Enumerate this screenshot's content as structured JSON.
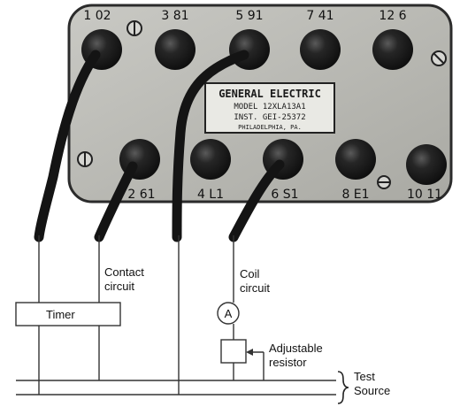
{
  "plate": {
    "brand": "GENERAL ELECTRIC",
    "model": "MODEL 12XLA13A1",
    "inst": "INST. GEI-25372",
    "location": "PHILADELPHIA, PA."
  },
  "terminals": {
    "top": [
      "1 02",
      "3 81",
      "5 91",
      "7 41",
      "12 6"
    ],
    "bottom": [
      "2 61",
      "4 L1",
      "6 S1",
      "8 E1",
      "10 11"
    ]
  },
  "labels": {
    "timer": "Timer",
    "contact_line1": "Contact",
    "contact_line2": "circuit",
    "coil_line1": "Coil",
    "coil_line2": "circuit",
    "ammeter": "A",
    "resistor_line1": "Adjustable",
    "resistor_line2": "resistor",
    "test_line1": "Test",
    "test_line2": "Source"
  },
  "colors": {
    "panel": "#b9b9b4",
    "panel_edge": "#2b2b2b",
    "knob": "#1b1b1b",
    "wire": "#141414",
    "line": "#333333"
  }
}
